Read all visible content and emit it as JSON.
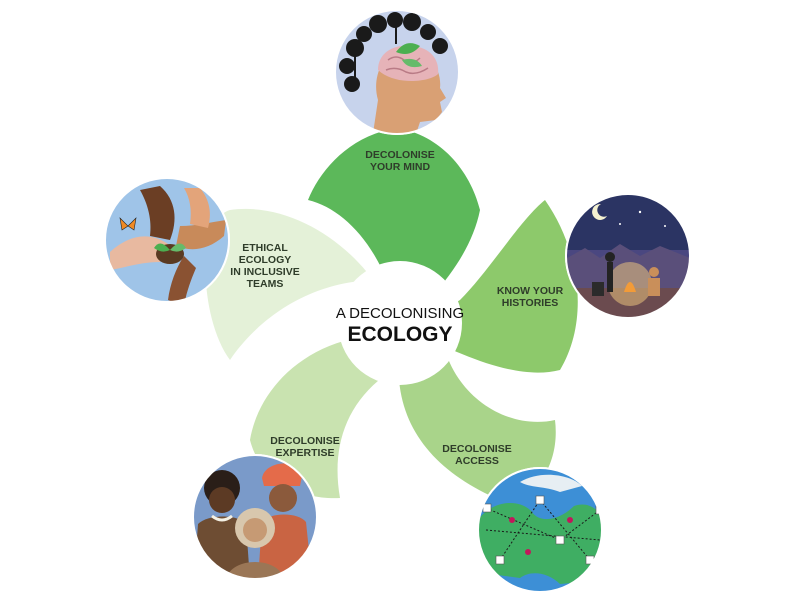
{
  "title": {
    "line1": "A DECOLONISING",
    "line2": "ECOLOGY"
  },
  "segments": [
    {
      "label_lines": [
        "DECOLONISE",
        "YOUR MIND"
      ],
      "color": "#5cb85a",
      "illustration": "brain-with-trees-icon"
    },
    {
      "label_lines": [
        "KNOW YOUR",
        "HISTORIES"
      ],
      "color": "#8dc96b",
      "illustration": "campfire-night-icon"
    },
    {
      "label_lines": [
        "DECOLONISE",
        "ACCESS"
      ],
      "color": "#a9d48a",
      "illustration": "globe-network-icon"
    },
    {
      "label_lines": [
        "DECOLONISE",
        "EXPERTISE"
      ],
      "color": "#c9e3b0",
      "illustration": "indigenous-people-icon"
    },
    {
      "label_lines": [
        "ETHICAL",
        "ECOLOGY",
        "IN INCLUSIVE",
        "TEAMS"
      ],
      "color": "#e4f1d8",
      "illustration": "hands-holding-seedling-icon"
    }
  ]
}
